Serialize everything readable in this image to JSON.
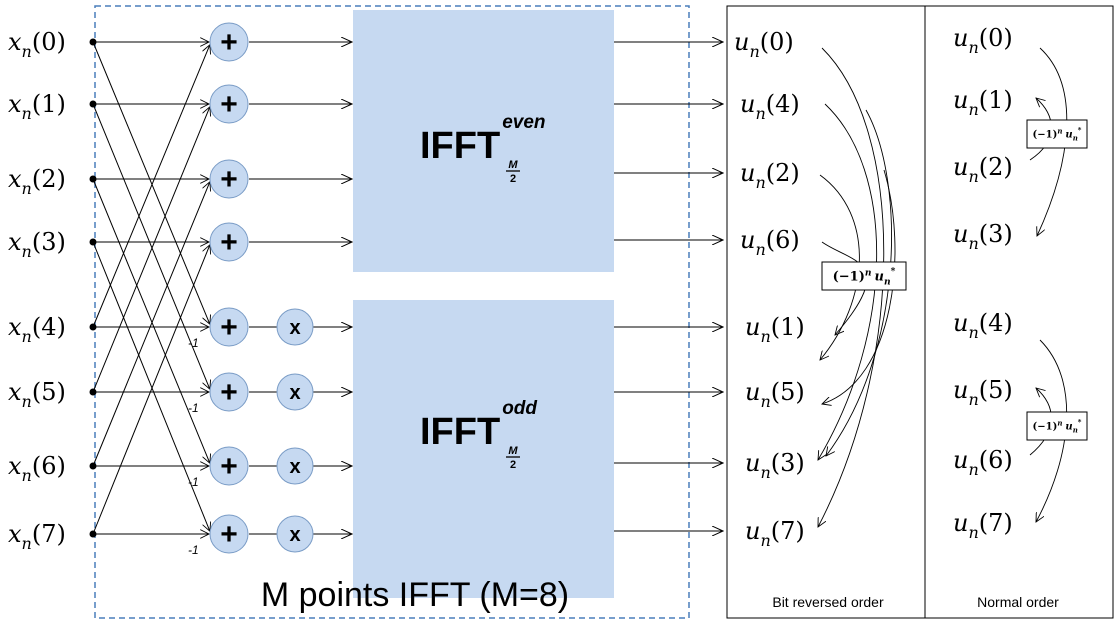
{
  "caption": "M points IFFT (M=8)",
  "block_even": {
    "label": "IFFT",
    "superscript": "even",
    "frac_num": "M",
    "frac_den": "2"
  },
  "block_odd": {
    "label": "IFFT",
    "superscript": "odd",
    "frac_num": "M",
    "frac_den": "2"
  },
  "adder_symbol": "+",
  "multiplier_symbol": "x",
  "minus_one_label": "-1",
  "inputs": [
    {
      "base": "x",
      "sub": "n",
      "arg": "(0)"
    },
    {
      "base": "x",
      "sub": "n",
      "arg": "(1)"
    },
    {
      "base": "x",
      "sub": "n",
      "arg": "(2)"
    },
    {
      "base": "x",
      "sub": "n",
      "arg": "(3)"
    },
    {
      "base": "x",
      "sub": "n",
      "arg": "(4)"
    },
    {
      "base": "x",
      "sub": "n",
      "arg": "(5)"
    },
    {
      "base": "x",
      "sub": "n",
      "arg": "(6)"
    },
    {
      "base": "x",
      "sub": "n",
      "arg": "(7)"
    }
  ],
  "bit_reversed": {
    "title": "Bit reversed order",
    "outputs": [
      {
        "base": "u",
        "sub": "n",
        "arg": "(0)"
      },
      {
        "base": "u",
        "sub": "n",
        "arg": "(4)"
      },
      {
        "base": "u",
        "sub": "n",
        "arg": "(2)"
      },
      {
        "base": "u",
        "sub": "n",
        "arg": "(6)"
      },
      {
        "base": "u",
        "sub": "n",
        "arg": "(1)"
      },
      {
        "base": "u",
        "sub": "n",
        "arg": "(5)"
      },
      {
        "base": "u",
        "sub": "n",
        "arg": "(3)"
      },
      {
        "base": "u",
        "sub": "n",
        "arg": "(7)"
      }
    ]
  },
  "normal": {
    "title": "Normal order",
    "outputs": [
      {
        "base": "u",
        "sub": "n",
        "arg": "(0)"
      },
      {
        "base": "u",
        "sub": "n",
        "arg": "(1)"
      },
      {
        "base": "u",
        "sub": "n",
        "arg": "(2)"
      },
      {
        "base": "u",
        "sub": "n",
        "arg": "(3)"
      },
      {
        "base": "u",
        "sub": "n",
        "arg": "(4)"
      },
      {
        "base": "u",
        "sub": "n",
        "arg": "(5)"
      },
      {
        "base": "u",
        "sub": "n",
        "arg": "(6)"
      },
      {
        "base": "u",
        "sub": "n",
        "arg": "(7)"
      }
    ]
  },
  "conj_label": {
    "coef": "(−1)",
    "exp": "n",
    "var": "u",
    "sub": "n",
    "sup": "*"
  },
  "colors": {
    "block_fill": "#c6d9f1",
    "adder_fill": "#c6d9f1",
    "dashed_border": "#4a7ebb",
    "line": "#000000"
  }
}
